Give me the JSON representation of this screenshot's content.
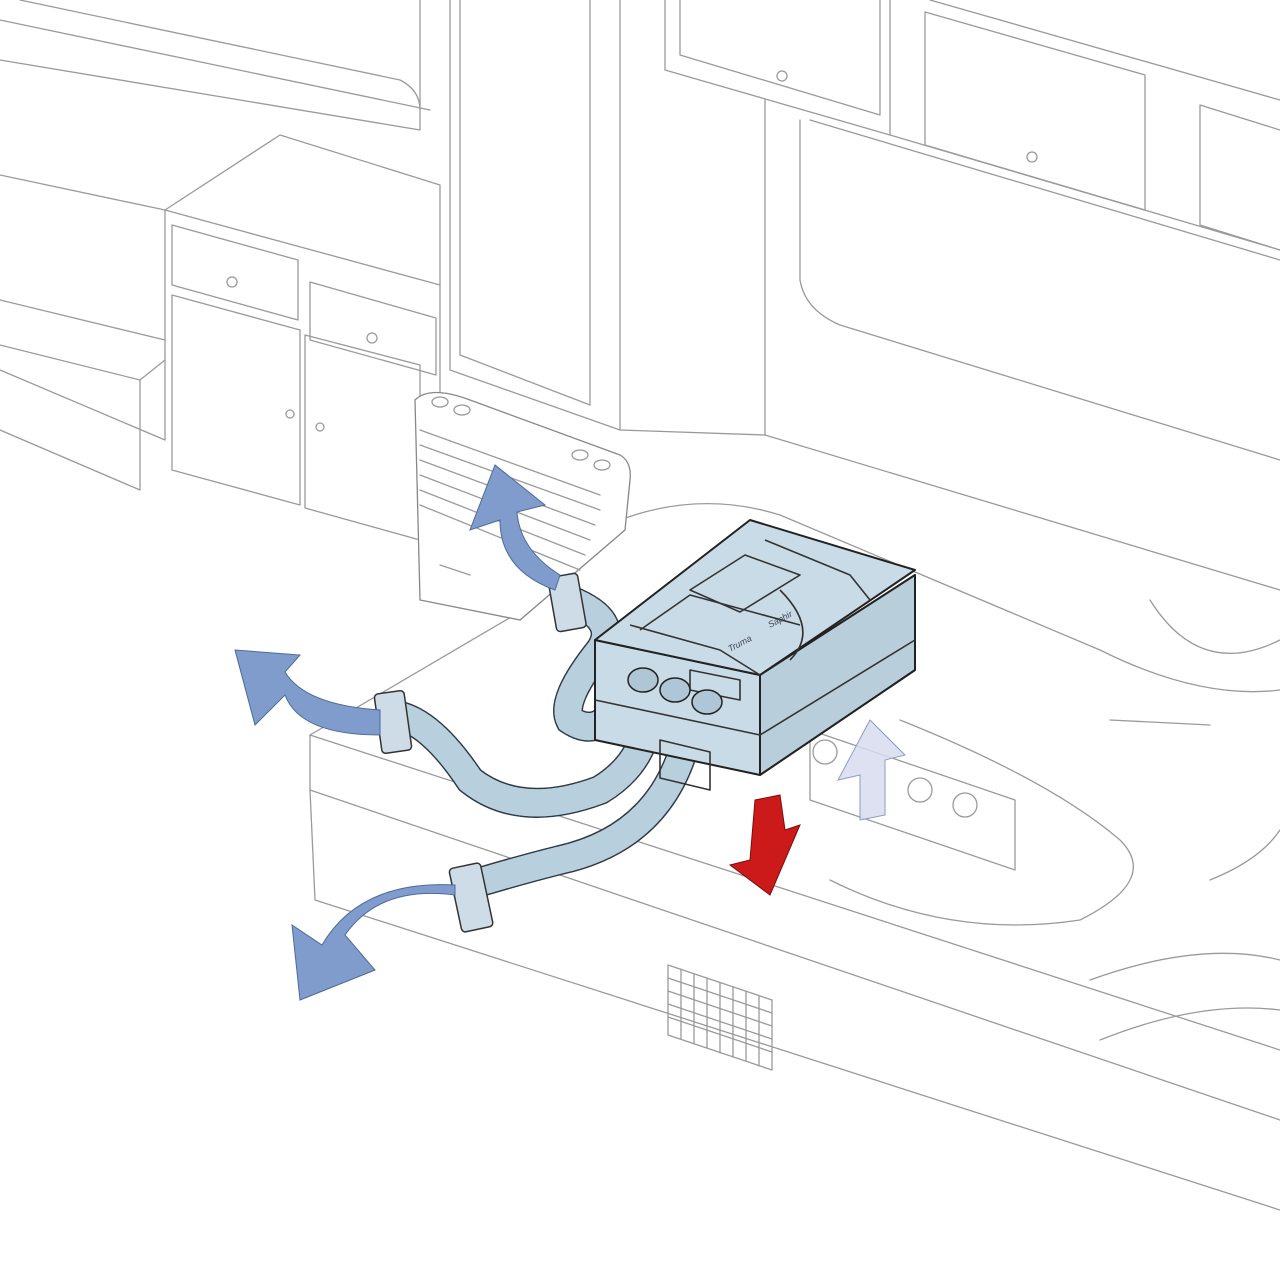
{
  "illustration": {
    "logos": {
      "product": "Saphir",
      "brand": "Truma"
    },
    "colors": {
      "unit_fill": "#c9dbe6",
      "hose": "#c5d8e4",
      "warm_air_arrows": "#7f9ccd",
      "exhaust_arrow": "#cc1a1a",
      "intake_arrow": "#d8dcf0",
      "background_lines": "#9a9a9a"
    },
    "arrows": [
      {
        "name": "warm-air-outlet-1",
        "direction": "up-left"
      },
      {
        "name": "warm-air-outlet-2",
        "direction": "up-left"
      },
      {
        "name": "warm-air-outlet-3",
        "direction": "down-left"
      },
      {
        "name": "air-out-downward",
        "direction": "down"
      },
      {
        "name": "air-in-upward",
        "direction": "up"
      }
    ]
  }
}
